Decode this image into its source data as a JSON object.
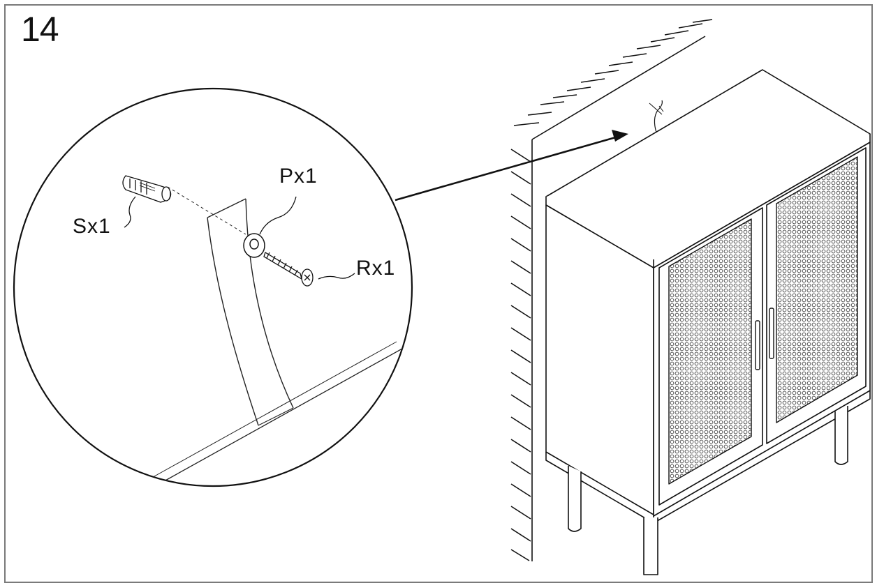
{
  "step": {
    "number": "14"
  },
  "parts": [
    {
      "id": "S",
      "label": "Sx1"
    },
    {
      "id": "P",
      "label": "Px1"
    },
    {
      "id": "R",
      "label": "Rx1"
    }
  ]
}
